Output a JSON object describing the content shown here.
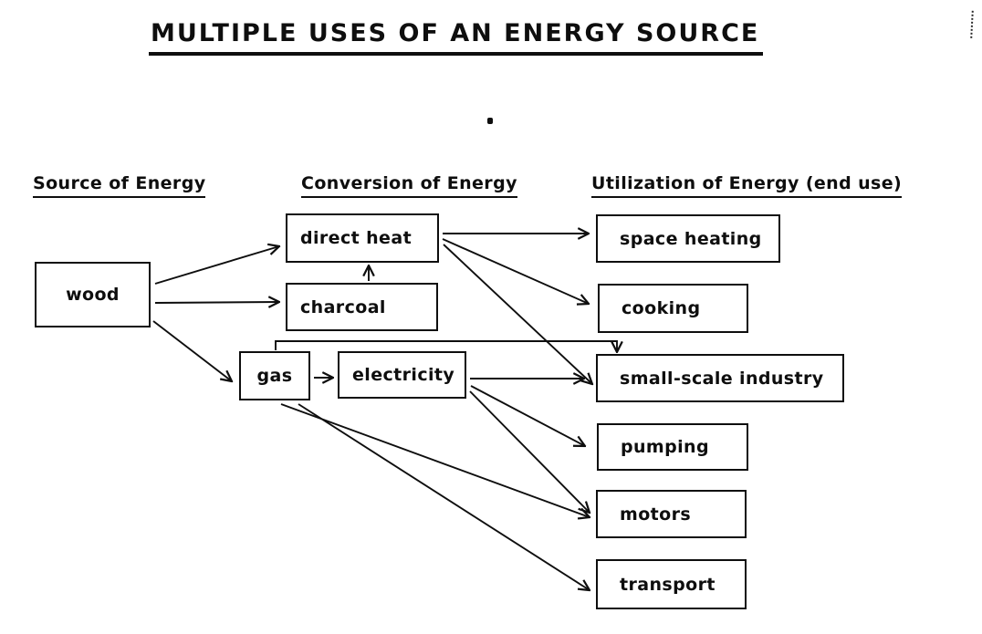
{
  "title": "MULTIPLE USES OF AN ENERGY SOURCE",
  "columns": {
    "source": "Source of Energy",
    "conversion": "Conversion of Energy",
    "utilization": "Utilization of Energy (end use)"
  },
  "nodes": {
    "wood": "wood",
    "direct_heat": "direct heat",
    "charcoal": "charcoal",
    "gas": "gas",
    "electricity": "electricity",
    "space_heating": "space heating",
    "cooking": "cooking",
    "small_scale_industry": "small-scale industry",
    "pumping": "pumping",
    "motors": "motors",
    "transport": "transport"
  },
  "edges": [
    {
      "from": "wood",
      "to": "direct_heat"
    },
    {
      "from": "wood",
      "to": "charcoal"
    },
    {
      "from": "wood",
      "to": "gas"
    },
    {
      "from": "charcoal",
      "to": "direct_heat"
    },
    {
      "from": "gas",
      "to": "electricity"
    },
    {
      "from": "gas",
      "to": "small_scale_industry"
    },
    {
      "from": "gas",
      "to": "motors"
    },
    {
      "from": "gas",
      "to": "transport"
    },
    {
      "from": "direct_heat",
      "to": "space_heating"
    },
    {
      "from": "direct_heat",
      "to": "cooking"
    },
    {
      "from": "direct_heat",
      "to": "small_scale_industry"
    },
    {
      "from": "electricity",
      "to": "small_scale_industry"
    },
    {
      "from": "electricity",
      "to": "pumping"
    },
    {
      "from": "electricity",
      "to": "motors"
    }
  ],
  "colors": {
    "ink": "#0e0e0e",
    "paper": "#ffffff"
  }
}
